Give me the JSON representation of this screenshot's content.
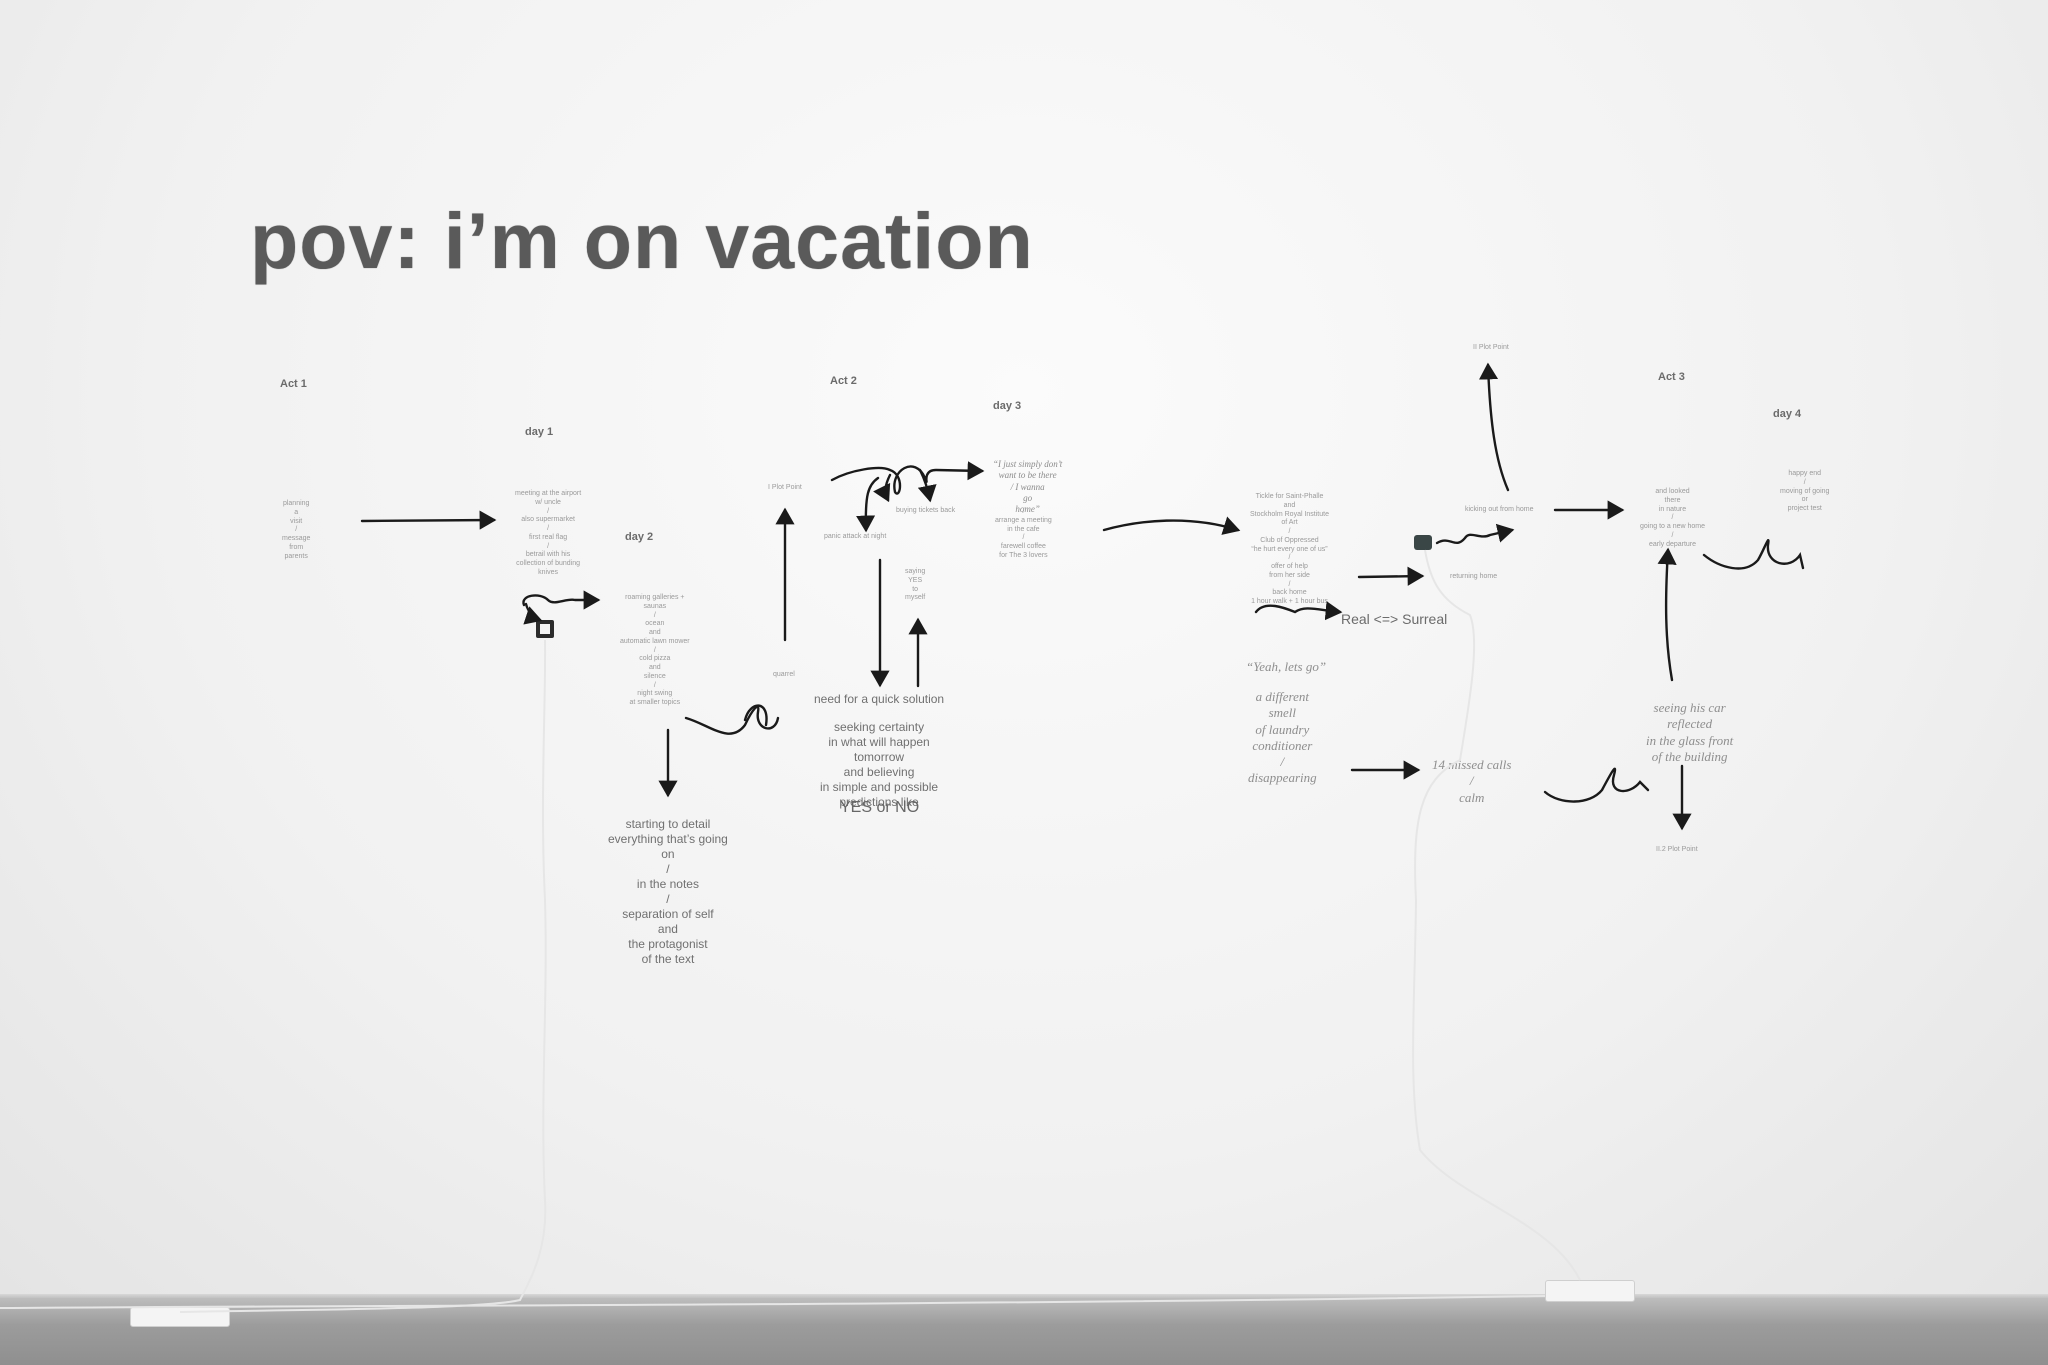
{
  "title": "pov: i’m on vacation",
  "headings": {
    "act1": "Act 1",
    "act2": "Act 2",
    "act3": "Act 3",
    "day1": "day 1",
    "day2": "day 2",
    "day3": "day 3",
    "day4": "day 4"
  },
  "notes": {
    "act1_start": "planning\na\nvisit\n/\nmessage\nfrom\nparents",
    "day1_text": "meeting at the airport\nw/ uncle\n/\nalso supermarket\n/\nfirst real flag\n/\nbetrail with his\ncollection of bunding\nknives",
    "day2_text": "roaming galleries +\nsaunas\n/\nocean\nand\nautomatic lawn mower\n/\ncold pizza\nand\nsilence\n/\nnight swing\nat smaller topics",
    "plot1": "I Plot Point",
    "quarrel": "quarrel",
    "panic": "panic attack at night",
    "buying_tickets": "buying tickets back",
    "saying_yes": "saying\nYES\nto\nmyself",
    "quick_solution": "need for a quick solution",
    "certainty": "seeking certainty\nin what will happen\ntomorrow\nand believing\nin simple and possible\npredictions like",
    "yes_no": "YES or NO",
    "starting_detail": "starting to detail\neverything that’s going\non\n/\nin the notes\n/\nseparation of self\nand\nthe protagonist\nof the text",
    "day3_quote": "“I just simply don’t\nwant to be there\n/ I wanna\ngo\nhome”",
    "day3_rest": "/\narrange a meeting\nin the cafe\n/\nfarewell coffee\nfor The 3 lovers",
    "act3_left": "Tickle for Saint-Phalle\nand\nStockholm Royal Institute\nof Art\n/\nClub of Oppressed\n“he hurt every one of us”\n/\noffer of help\nfrom her side\n/\nback home\n1 hour walk + 1 hour bus",
    "real_surreal": "Real <=> Surreal",
    "yeah_lets_go": "“Yeah, lets go”",
    "laundry": "a different\nsmell\nof laundry\nconditioner\n/\ndisappearing",
    "missed_calls": "14 missed calls\n/\ncalm",
    "plot2": "II Plot Point",
    "kicking_out": "kicking out from home",
    "returning_home": "returning home",
    "day4_left": "and looked\nthere\nin nature\n/\ngoing to a new home\n/\nearly departure",
    "day4_right": "happy end\n/\nmoving of going\nor\nproject test",
    "seeing_car": "seeing his car\nreflected\nin the glass front\nof the building",
    "plot3": "II.2 Plot Point"
  },
  "colors": {
    "wall": "#f3f3f3",
    "ink": "#1a1a1a",
    "floor": "#9a9a9a"
  }
}
